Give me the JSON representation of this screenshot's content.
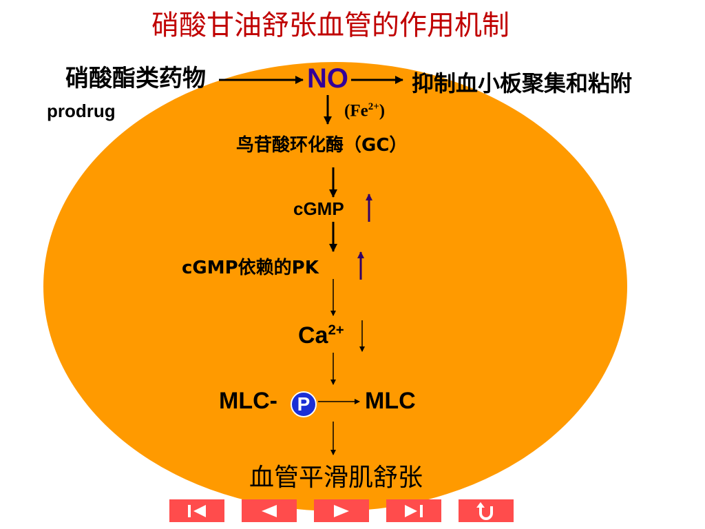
{
  "title": "硝酸甘油舒张血管的作用机制",
  "diagram": {
    "drug_class": "硝酸酯类药物",
    "prodrug": "prodrug",
    "no": "NO",
    "effect": "抑制血小板聚集和粘附",
    "fe_cofactor_base": "(Fe",
    "fe_cofactor_sup": "2+",
    "fe_cofactor_close": ")",
    "gc": "鸟苷酸环化酶（GC）",
    "cgmp": "cGMP",
    "pk": "cGMP依赖的PK",
    "ca_base": "Ca",
    "ca_sup": "2+",
    "mlc_p_prefix": "MLC-",
    "p_badge": "P",
    "mlc": "MLC",
    "result": "血管平滑肌舒张"
  },
  "nav": {
    "buttons": [
      {
        "name": "first",
        "icon": "first-slide-icon"
      },
      {
        "name": "previous",
        "icon": "previous-slide-icon"
      },
      {
        "name": "next",
        "icon": "next-slide-icon"
      },
      {
        "name": "last",
        "icon": "last-slide-icon"
      },
      {
        "name": "return",
        "icon": "return-icon"
      }
    ]
  },
  "colors": {
    "title": "#c00000",
    "ellipse": "#ff9a00",
    "no": "#330099",
    "up_arrows": "#330066",
    "p_badge": "#1b2fd6",
    "nav_button": "#ff4c4c"
  }
}
